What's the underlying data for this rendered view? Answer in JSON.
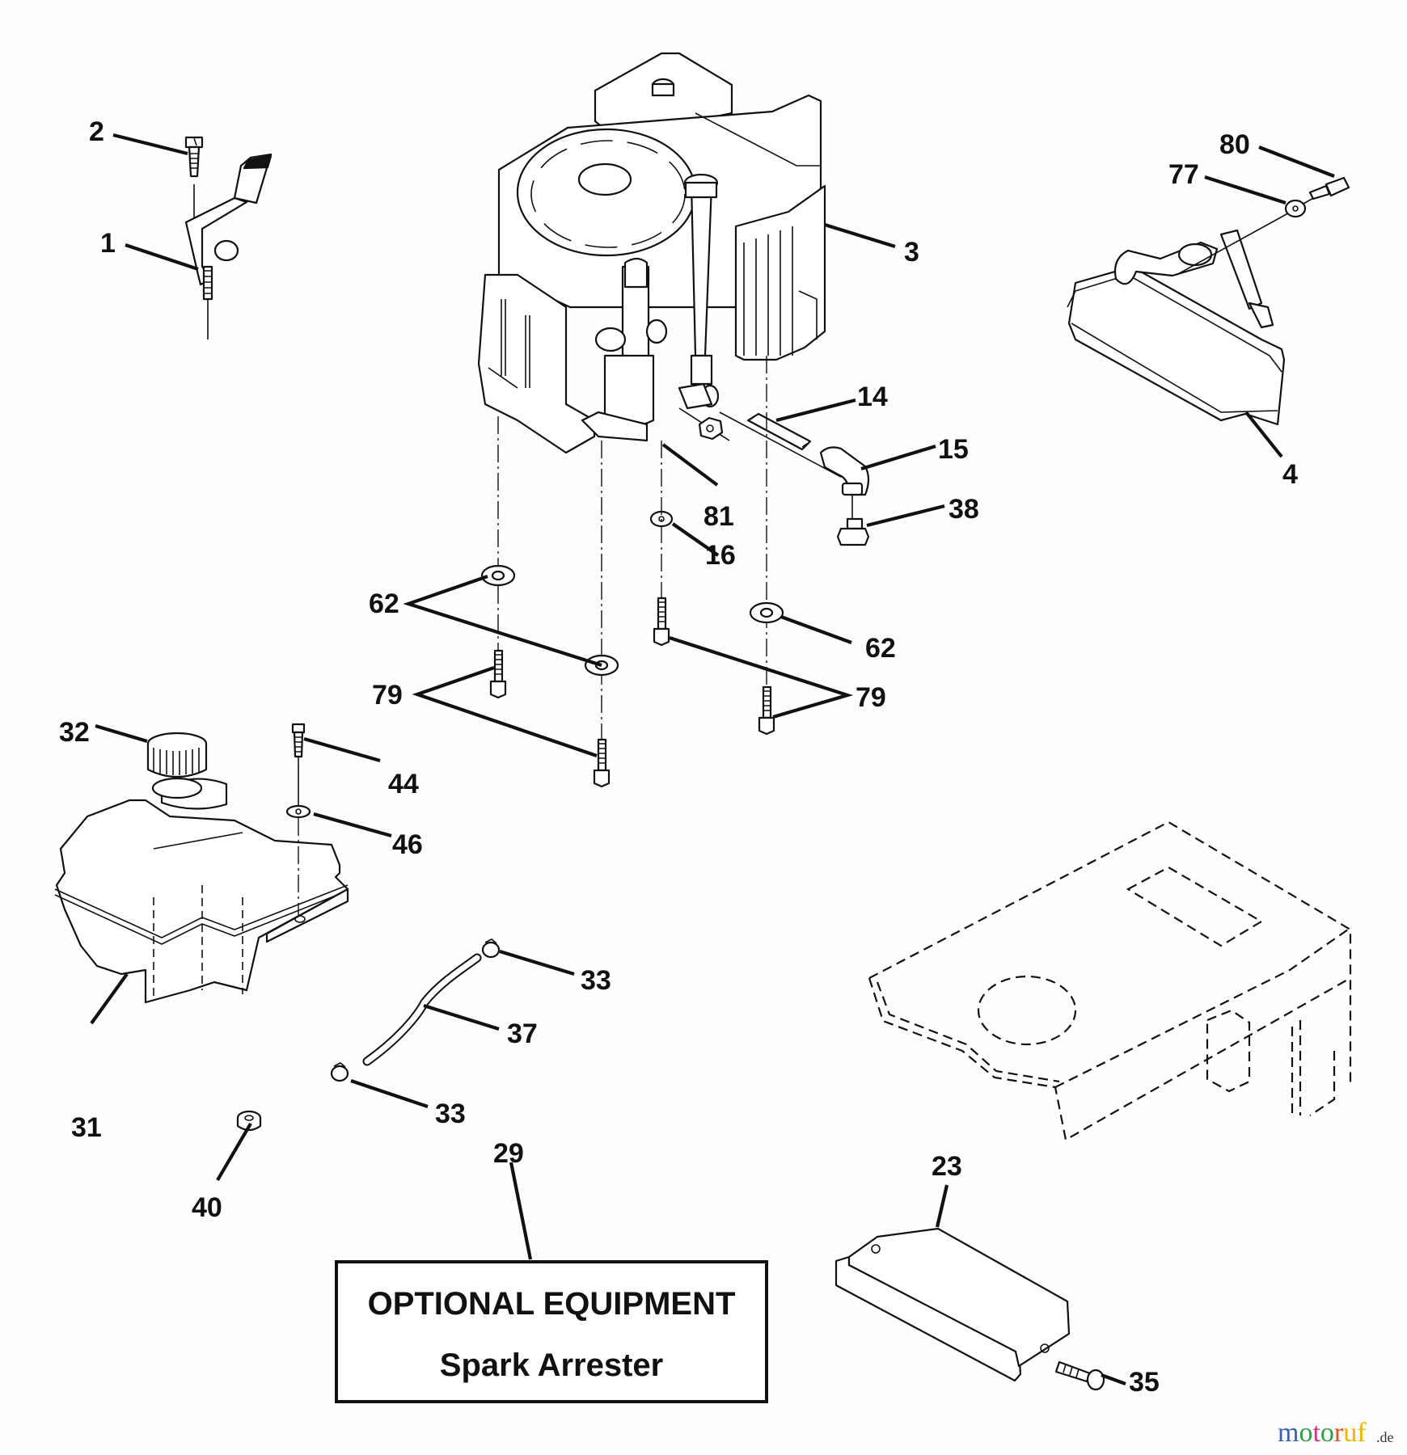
{
  "diagram": {
    "subject": "Engine parts exploded view",
    "callouts": [
      {
        "id": "c1",
        "number": "1",
        "part": "throttle-control"
      },
      {
        "id": "c2",
        "number": "2",
        "part": "screw"
      },
      {
        "id": "c3",
        "number": "3",
        "part": "engine"
      },
      {
        "id": "c4",
        "number": "4",
        "part": "muffler"
      },
      {
        "id": "c14",
        "number": "14",
        "part": "pipe-nipple"
      },
      {
        "id": "c15",
        "number": "15",
        "part": "elbow"
      },
      {
        "id": "c16",
        "number": "16",
        "part": "lock-washer"
      },
      {
        "id": "c23",
        "number": "23",
        "part": "spark-arrester-shield"
      },
      {
        "id": "c29",
        "number": "29",
        "part": "optional-equipment-box"
      },
      {
        "id": "c31",
        "number": "31",
        "part": "fuel-tank"
      },
      {
        "id": "c32",
        "number": "32",
        "part": "fuel-cap"
      },
      {
        "id": "c33a",
        "number": "33",
        "part": "hose-clamp-upper"
      },
      {
        "id": "c33b",
        "number": "33",
        "part": "hose-clamp-lower"
      },
      {
        "id": "c35",
        "number": "35",
        "part": "screw"
      },
      {
        "id": "c37",
        "number": "37",
        "part": "fuel-line"
      },
      {
        "id": "c38",
        "number": "38",
        "part": "drain-plug"
      },
      {
        "id": "c40",
        "number": "40",
        "part": "grommet"
      },
      {
        "id": "c44",
        "number": "44",
        "part": "screw"
      },
      {
        "id": "c46",
        "number": "46",
        "part": "washer"
      },
      {
        "id": "c62a",
        "number": "62",
        "part": "washers-left"
      },
      {
        "id": "c62b",
        "number": "62",
        "part": "washer-right"
      },
      {
        "id": "c77",
        "number": "77",
        "part": "washer"
      },
      {
        "id": "c79a",
        "number": "79",
        "part": "bolts-left"
      },
      {
        "id": "c79b",
        "number": "79",
        "part": "bolts-right"
      },
      {
        "id": "c80",
        "number": "80",
        "part": "bolt"
      },
      {
        "id": "c81",
        "number": "81",
        "part": "nut"
      }
    ],
    "optional_box": {
      "title": "OPTIONAL EQUIPMENT",
      "subtitle": "Spark Arrester"
    }
  },
  "watermark": {
    "letters": [
      {
        "ch": "m",
        "color": "#3b5fb0"
      },
      {
        "ch": "o",
        "color": "#2f9e44"
      },
      {
        "ch": "t",
        "color": "#d6307a"
      },
      {
        "ch": "o",
        "color": "#2f9e44"
      },
      {
        "ch": "r",
        "color": "#e0541a"
      },
      {
        "ch": "u",
        "color": "#f0b400"
      },
      {
        "ch": "f",
        "color": "#f0b400"
      }
    ],
    "suffix": ".de"
  }
}
